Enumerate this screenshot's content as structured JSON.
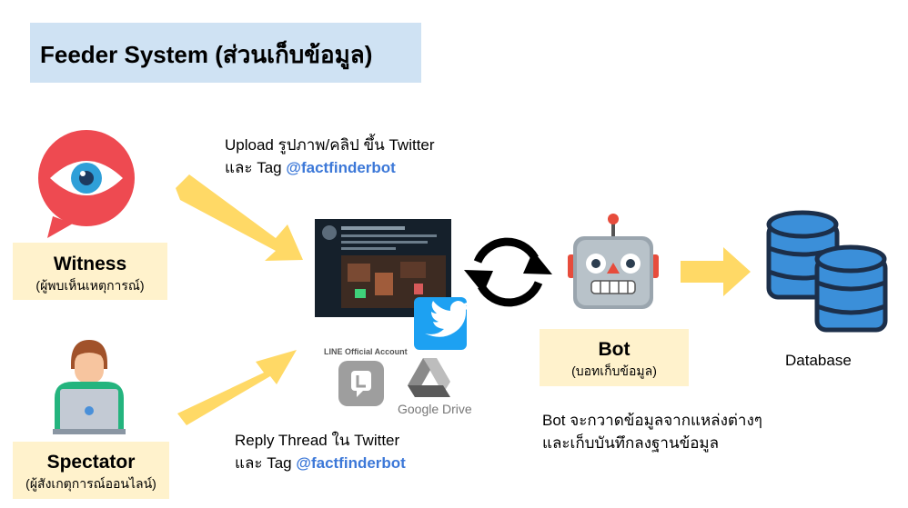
{
  "title": "Feeder System (ส่วนเก็บข้อมูล)",
  "witness": {
    "label": "Witness",
    "sublabel": "(ผู้พบเห็นเหตุการณ์)"
  },
  "spectator": {
    "label": "Spectator",
    "sublabel": "(ผู้สังเกตุการณ์ออนไลน์)"
  },
  "upload_note": {
    "line1": "Upload รูปภาพ/คลิป ขึ้น Twitter",
    "line2_prefix": "และ Tag ",
    "handle": "@factfinderbot"
  },
  "reply_note": {
    "line1": "Reply Thread  ใน Twitter",
    "line2_prefix": "และ Tag ",
    "handle": "@factfinderbot"
  },
  "sources": {
    "line_official": "LINE Official Account",
    "google_drive": "Google Drive"
  },
  "bot": {
    "label": "Bot",
    "sublabel": "(บอทเก็บข้อมูล)",
    "description_line1": "Bot จะกวาดข้อมูลจากแหล่งต่างๆ",
    "description_line2": "และเก็บบันทึกลงฐานข้อมูล"
  },
  "database": {
    "label": "Database"
  },
  "colors": {
    "title_bg": "#cfe2f3",
    "label_bg": "#fff2cc",
    "arrow": "#ffd966",
    "handle": "#3c78d8",
    "twitter": "#1da1f2",
    "database": "#3b8fd9"
  },
  "icons": [
    "eye-speech-bubble-icon",
    "person-laptop-icon",
    "tweet-screenshot",
    "twitter-icon",
    "line-icon",
    "google-drive-icon",
    "sync-arrows-icon",
    "robot-icon",
    "database-icon"
  ]
}
